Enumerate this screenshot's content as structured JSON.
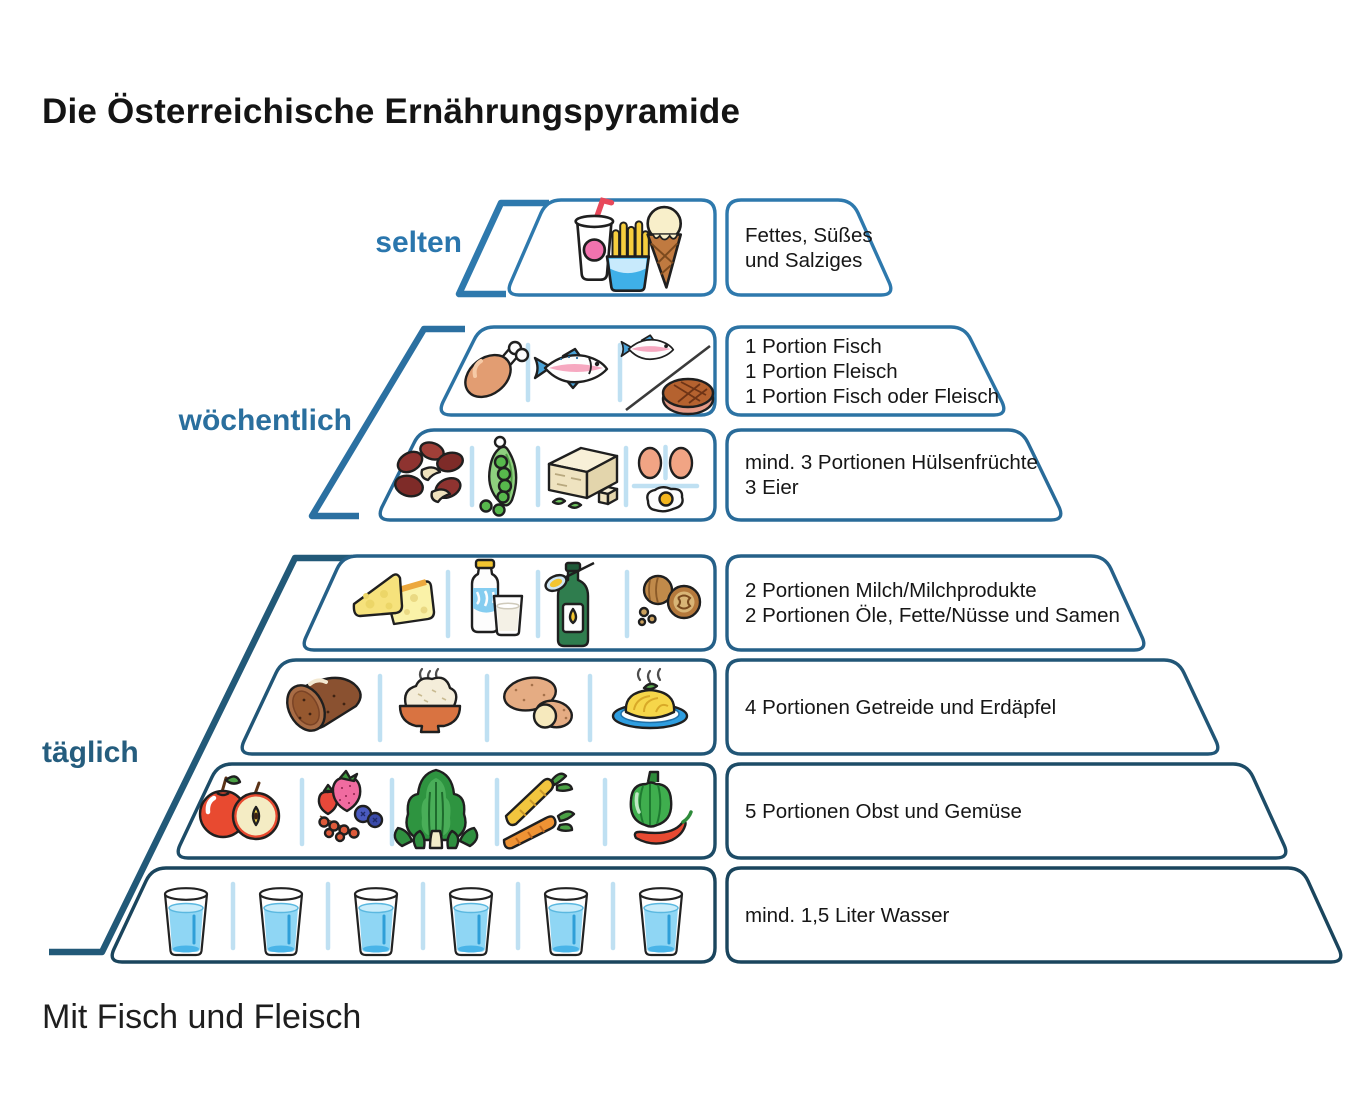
{
  "title": "Die Österreichische Ernährungspyramide",
  "footer": "Mit Fisch und Fleisch",
  "frequency_labels": {
    "rare": "selten",
    "weekly": "wöchentlich",
    "daily": "täglich"
  },
  "colors": {
    "accent_blue_top": "#2e79ad",
    "accent_blue_bottom": "#1a455d",
    "freq_label_blue": "#2a76ad",
    "divider_light_blue": "#bfe0f2",
    "text": "#161616"
  },
  "levels": [
    {
      "name": "fats-sweets-salty",
      "frequency": "selten",
      "label_lines": [
        "Fettes, Süßes",
        "und Salziges"
      ],
      "icons": [
        "soft-drink",
        "french-fries",
        "ice-cream-cone"
      ]
    },
    {
      "name": "fish-and-meat",
      "frequency": "wöchentlich",
      "label_lines": [
        "1 Portion Fisch",
        "1 Portion Fleisch",
        "1 Portion Fisch oder Fleisch"
      ],
      "icons": [
        "chicken-leg",
        "fish",
        "fish-or-steak"
      ]
    },
    {
      "name": "legumes-and-eggs",
      "frequency": "wöchentlich",
      "label_lines": [
        "mind. 3 Portionen Hülsenfrüchte",
        "3 Eier"
      ],
      "icons": [
        "beans",
        "pea-pod",
        "tofu",
        "eggs"
      ]
    },
    {
      "name": "dairy-oils-nuts",
      "frequency": "täglich",
      "label_lines": [
        "2 Portionen Milch/Milchprodukte",
        "2 Portionen Öle, Fette/Nüsse und Samen"
      ],
      "icons": [
        "cheese",
        "milk",
        "oil",
        "walnuts"
      ]
    },
    {
      "name": "grains-and-potatoes",
      "frequency": "täglich",
      "label_lines": [
        "4 Portionen Getreide und Erdäpfel"
      ],
      "icons": [
        "bread",
        "rice-bowl",
        "potatoes",
        "pasta"
      ]
    },
    {
      "name": "fruit-and-vegetables",
      "frequency": "täglich",
      "label_lines": [
        "5 Portionen Obst und Gemüse"
      ],
      "icons": [
        "apple",
        "berries",
        "lettuce",
        "carrots",
        "peppers"
      ]
    },
    {
      "name": "water",
      "frequency": "täglich",
      "label_lines": [
        "mind. 1,5 Liter Wasser"
      ],
      "icons": [
        "water-glass",
        "water-glass",
        "water-glass",
        "water-glass",
        "water-glass",
        "water-glass"
      ]
    }
  ]
}
